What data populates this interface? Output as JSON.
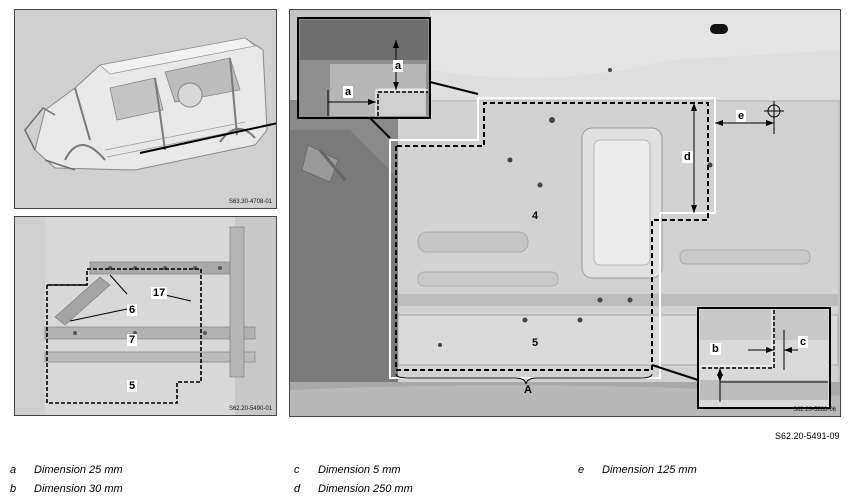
{
  "diagram": {
    "van_panel": {
      "code": "S63.30-4708-01"
    },
    "floor_panel": {
      "code": "S62.20-5490-01",
      "labels": {
        "six": "6",
        "seven": "7",
        "seventeen": "17",
        "five": "5"
      }
    },
    "main_panel": {
      "code": "S62.20-5288-06",
      "labels": {
        "a": "a",
        "d": "d",
        "e": "e",
        "four": "4",
        "five": "5",
        "A": "A",
        "b": "b",
        "c": "c"
      }
    },
    "figure_ref": "S62.20-5491-09"
  },
  "legend": [
    {
      "key": "a",
      "text": "Dimension 25 mm"
    },
    {
      "key": "b",
      "text": "Dimension 30 mm"
    },
    {
      "key": "c",
      "text": "Dimension 5 mm"
    },
    {
      "key": "d",
      "text": "Dimension 250 mm"
    },
    {
      "key": "e",
      "text": "Dimension 125 mm"
    }
  ]
}
